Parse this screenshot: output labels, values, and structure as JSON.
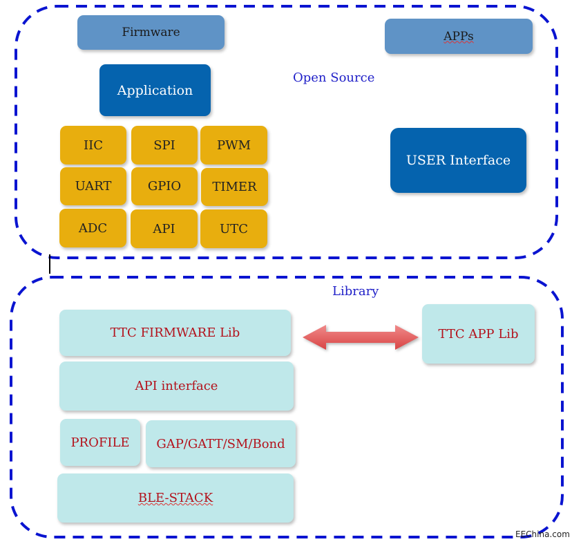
{
  "open_source": {
    "label": "Open Source",
    "firmware": "Firmware",
    "apps": "APPs",
    "application": "Application",
    "user_interface": "USER Interface",
    "peripherals": [
      "IIC",
      "SPI",
      "PWM",
      "UART",
      "GPIO",
      "TIMER",
      "ADC",
      "API",
      "UTC"
    ]
  },
  "library": {
    "label": "Library",
    "ttc_firmware_lib": "TTC FIRMWARE Lib",
    "ttc_app_lib": "TTC APP Lib",
    "api_interface": "API interface",
    "profile": "PROFILE",
    "gap_gatt": "GAP/GATT/SM/Bond",
    "ble_stack": "BLE-STACK"
  },
  "watermark": "EEChina.com",
  "colors": {
    "frame": "#0a14d0",
    "peripheral": "#e8ae0e",
    "application": "#0563ae",
    "lib_box": "#bfe8ea",
    "lib_text": "#b3121c",
    "arrow": "#e05a5a"
  }
}
